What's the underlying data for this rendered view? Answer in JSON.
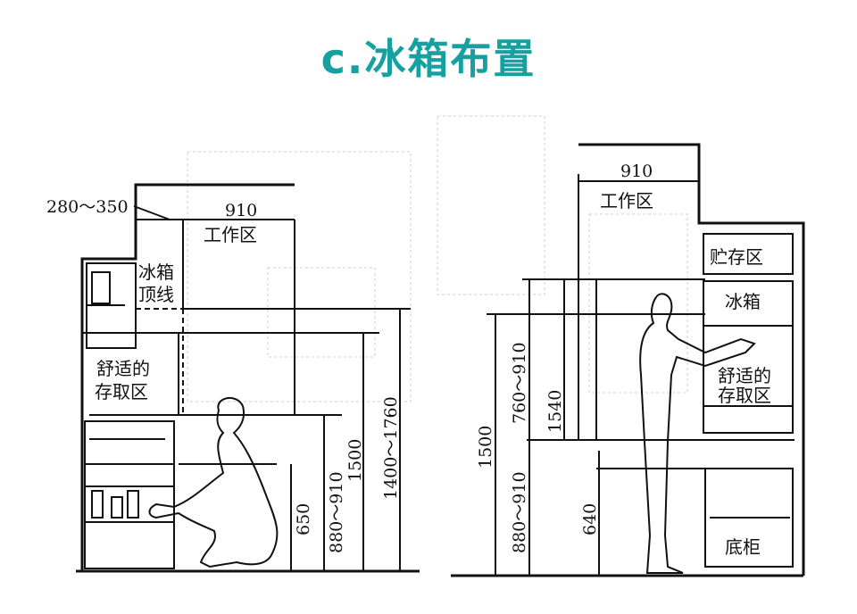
{
  "title": "c.冰箱布置",
  "left_diagram": {
    "dim_top": "280～350",
    "dim_width": "910",
    "work_zone": "工作区",
    "fridge_top_line": [
      "冰箱",
      "顶线"
    ],
    "comfort_zone": [
      "舒适的",
      "存取区"
    ],
    "dim_650": "650",
    "dim_880_910": "880～910",
    "dim_1500": "1500",
    "dim_1400_1760": "1400～1760"
  },
  "right_diagram": {
    "dim_width": "910",
    "work_zone": "工作区",
    "storage_zone": "贮存区",
    "fridge": "冰箱",
    "comfort_zone": [
      "舒适的",
      "存取区"
    ],
    "base_cabinet": "底柜",
    "dim_1500": "1500",
    "dim_880_910": "880～910",
    "dim_760_910": "760～910",
    "dim_1540": "1540",
    "dim_640": "640"
  }
}
